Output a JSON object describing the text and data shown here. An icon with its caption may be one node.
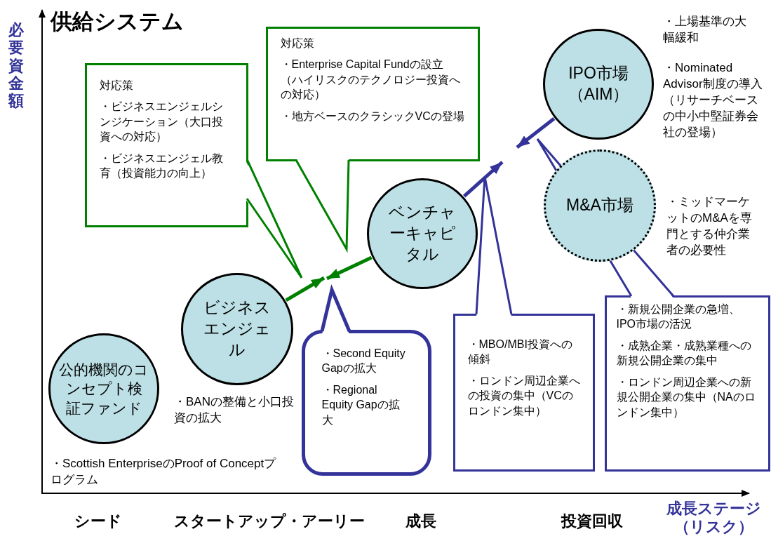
{
  "diagram": {
    "title": "供給システム",
    "nodes": [
      {
        "text": [
          "対応策",
          "・ビジネスエンジェルシンジケーション（大口投資への対応）",
          "・ビジネスエンジェル教育（投資能力の向上）"
        ]
      },
      {
        "text": [
          "対応策",
          "・Enterprise Capital Fundの設立（ハイリスクのテクノロジー投資への対応）",
          "・地方ベースのクラシックVCの登場"
        ]
      },
      {
        "text": [
          "IPO市場（AIM）"
        ],
        "beside": [
          "・上場基準の大幅緩和",
          "・Nominated Advisor制度の導入（リサーチベースの中小中堅証券会社の登場）"
        ]
      },
      {
        "text": [
          "ベンチャーキャピタル"
        ]
      },
      {
        "text": [
          "M&A市場"
        ],
        "beside": [
          "・ミッドマーケットのM&Aを専門とする仲介業者の必要性"
        ]
      },
      {
        "text": [
          "ビジネスエンジェル"
        ],
        "beside": [
          "・BANの整備と小口投資の拡大"
        ]
      },
      {
        "text": [
          "・Second Equity Gapの拡大",
          "・Regional Equity Gapの拡大"
        ]
      },
      {
        "text": [
          "公的機関のコンセプト検証ファンド"
        ],
        "beside": [
          "・Scottish EnterpriseのProof of Conceptプログラム"
        ]
      },
      {
        "text": [
          "・MBO/MBI投資への傾斜",
          "・ロンドン周辺企業への投資の集中（VCのロンドン集中）"
        ]
      },
      {
        "text": [
          "・新規公開企業の急増、IPO市場の活況",
          "・成熟企業・成熟業種への新規公開企業の集中",
          "・ロンドン周辺企業への新規公開企業の集中（NAのロンドン集中）"
        ]
      }
    ],
    "edges": [
      {
        "from": 5,
        "to": 6,
        "arrow": "to",
        "color": "#008000"
      },
      {
        "from": 3,
        "to": 6,
        "arrow": "to",
        "color": "#008000"
      },
      {
        "from": 2,
        "to": null,
        "arrow": "to",
        "color": "#333399"
      },
      {
        "from": 3,
        "to": 8,
        "arrow": "to",
        "color": "#333399"
      }
    ],
    "labels": [
      "必要資金額",
      "成長ステージ（リスク）",
      "シード",
      "スタートアップ・アーリー",
      "成長",
      "投資回収"
    ]
  }
}
